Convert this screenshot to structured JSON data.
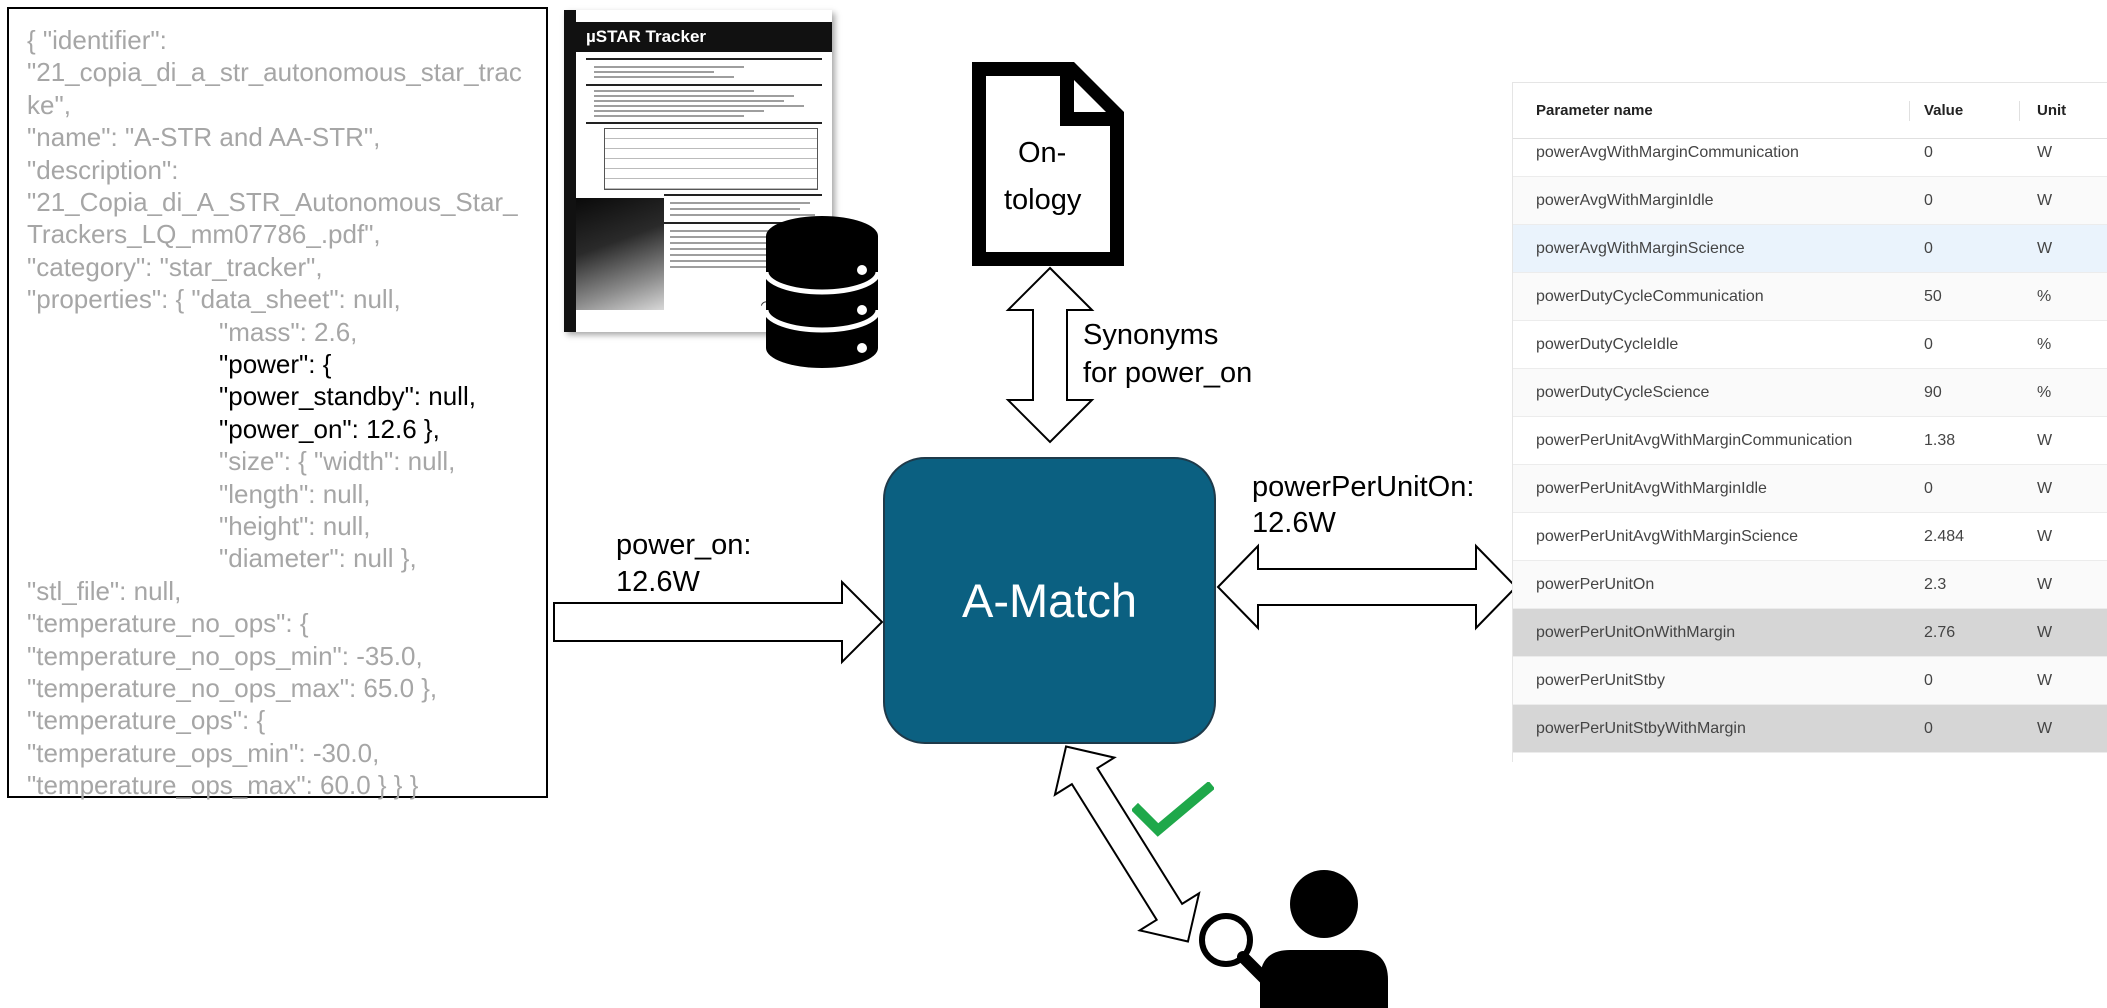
{
  "json_record": {
    "lines": [
      "{ \"identifier\":",
      "\"21_copia_di_a_str_autonomous_star_trac",
      "ke\",",
      "\"name\": \"A-STR and AA-STR\",",
      "\"description\":",
      "\"21_Copia_di_A_STR_Autonomous_Star_",
      "Trackers_LQ_mm07786_.pdf\",",
      "\"category\": \"star_tracker\",",
      "\"properties\": { \"data_sheet\": null,",
      "\"mass\": 2.6,",
      "\"power\": {",
      "\"power_standby\": null,",
      "\"power_on\": 12.6 },",
      "\"size\": { \"width\": null,",
      "\"length\": null,",
      "\"height\": null,",
      "\"diameter\": null },",
      "\"stl_file\": null,",
      "\"temperature_no_ops\": {",
      "\"temperature_no_ops_min\": -35.0,",
      "\"temperature_no_ops_max\": 65.0 },",
      "\"temperature_ops\": {",
      "\"temperature_ops_min\": -30.0,",
      "\"temperature_ops_max\": 60.0 } } }"
    ],
    "highlighted_line_indices": [
      10,
      11,
      12
    ]
  },
  "datasheet": {
    "title": "µSTAR Tracker"
  },
  "ontology": {
    "label_line1": "On-",
    "label_line2": "tology"
  },
  "synonyms_label": {
    "line1": "Synonyms",
    "line2": "for power_on"
  },
  "power_on_label": {
    "line1": "power_on:",
    "line2": "12.6W"
  },
  "power_per_unit_label": {
    "line1": "powerPerUnitOn:",
    "line2": "12.6W"
  },
  "amatch": {
    "label": "A-Match"
  },
  "parameter_table": {
    "headers": {
      "name": "Parameter name",
      "value": "Value",
      "unit": "Unit"
    },
    "rows": [
      {
        "name": "powerAvgWithMarginCommunication",
        "value": "0",
        "unit": "W"
      },
      {
        "name": "powerAvgWithMarginIdle",
        "value": "0",
        "unit": "W"
      },
      {
        "name": "powerAvgWithMarginScience",
        "value": "0",
        "unit": "W"
      },
      {
        "name": "powerDutyCycleCommunication",
        "value": "50",
        "unit": "%"
      },
      {
        "name": "powerDutyCycleIdle",
        "value": "0",
        "unit": "%"
      },
      {
        "name": "powerDutyCycleScience",
        "value": "90",
        "unit": "%"
      },
      {
        "name": "powerPerUnitAvgWithMarginCommunication",
        "value": "1.38",
        "unit": "W"
      },
      {
        "name": "powerPerUnitAvgWithMarginIdle",
        "value": "0",
        "unit": "W"
      },
      {
        "name": "powerPerUnitAvgWithMarginScience",
        "value": "2.484",
        "unit": "W"
      },
      {
        "name": "powerPerUnitOn",
        "value": "2.3",
        "unit": "W"
      },
      {
        "name": "powerPerUnitOnWithMargin",
        "value": "2.76",
        "unit": "W"
      },
      {
        "name": "powerPerUnitStby",
        "value": "0",
        "unit": "W"
      },
      {
        "name": "powerPerUnitStbyWithMargin",
        "value": "0",
        "unit": "W"
      }
    ],
    "selected_row_index": 2,
    "shaded_row_indices": [
      10,
      12
    ]
  },
  "colors": {
    "amatch_fill": "#0b6081",
    "check_mark": "#1fa84a",
    "json_gray_text": "#a6a6a6",
    "row_selected": "#eaf3fc",
    "row_shaded": "#d6d6d6"
  },
  "icons": [
    "database-icon",
    "document-icon",
    "check-icon",
    "user-search-icon"
  ]
}
